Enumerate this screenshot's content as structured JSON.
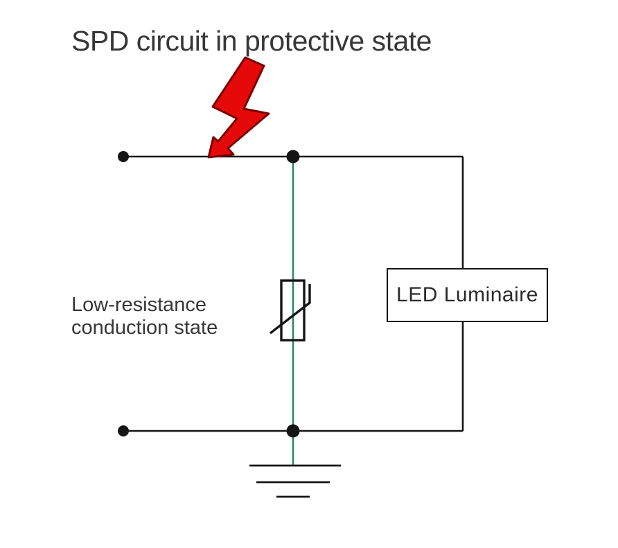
{
  "title": "SPD circuit in protective state",
  "labels": {
    "spd_state_line1": "Low-resistance",
    "spd_state_line2": "conduction state",
    "led_box": "LED Luminaire"
  },
  "icons": {
    "surge": "lightning-bolt-icon",
    "varistor": "varistor-symbol",
    "ground": "earth-ground-symbol"
  },
  "colors": {
    "bolt_red": "#e60909",
    "bolt_outline": "#7a0000",
    "wire_black": "#151515",
    "wire_teal": "#2f8570",
    "text": "#373737",
    "background": "#ffffff"
  },
  "diagram": {
    "type": "circuit-schematic",
    "components": [
      "surge-strike",
      "spd-varistor-branch",
      "led-luminaire",
      "earth-ground"
    ]
  }
}
